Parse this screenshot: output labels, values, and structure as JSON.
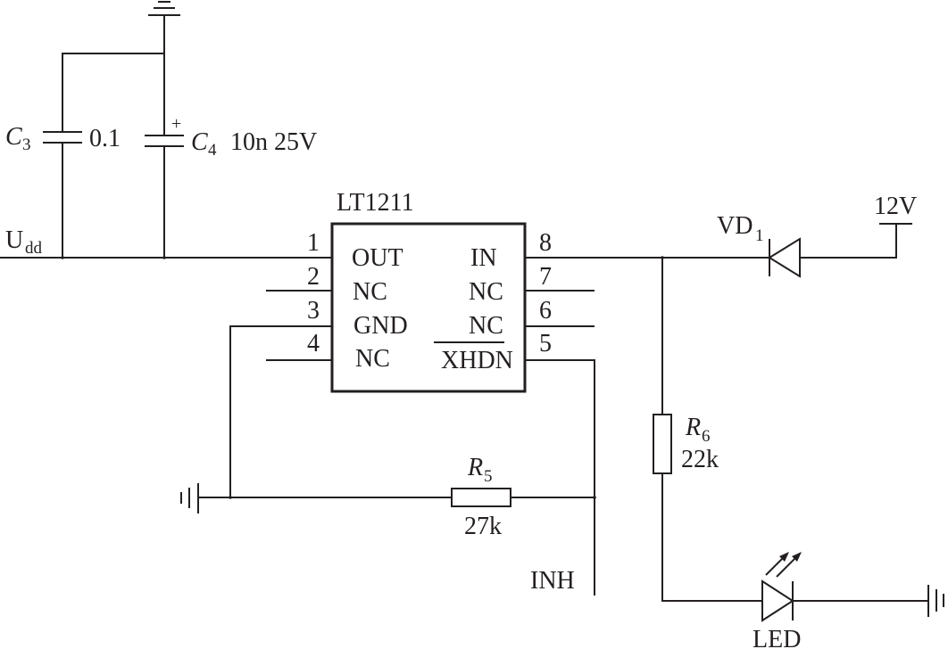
{
  "colors": {
    "ink": "#231f20",
    "background": "#ffffff"
  },
  "ic": {
    "name": "LT1211",
    "pins": [
      {
        "number": "1",
        "label": "OUT"
      },
      {
        "number": "2",
        "label": "NC"
      },
      {
        "number": "3",
        "label": "GND"
      },
      {
        "number": "4",
        "label": "NC"
      },
      {
        "number": "8",
        "label": "IN"
      },
      {
        "number": "7",
        "label": "NC"
      },
      {
        "number": "6",
        "label": "NC"
      },
      {
        "number": "5",
        "label": "XHDN"
      }
    ]
  },
  "components": {
    "c3": {
      "letter": "C",
      "sub": "3",
      "value": "0.1"
    },
    "c4": {
      "letter": "C",
      "sub": "4",
      "value": "10n 25V",
      "polarity": "+"
    },
    "r5": {
      "letter": "R",
      "sub": "5",
      "value": "27k"
    },
    "r6": {
      "letter": "R",
      "sub": "6",
      "value": "22k"
    },
    "vd1": {
      "letter": "VD",
      "sub": "1"
    },
    "led": {
      "label": "LED"
    }
  },
  "nets": {
    "udd": {
      "main": "U",
      "sub": "dd"
    },
    "supply": "12V",
    "inh": "INH"
  }
}
